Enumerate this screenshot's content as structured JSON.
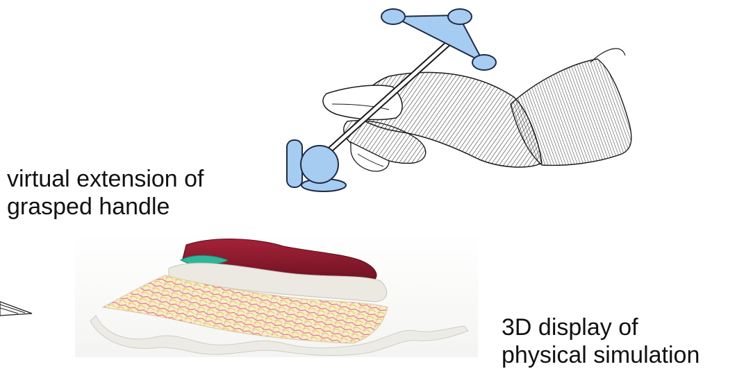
{
  "captions": {
    "handle_line1": "virtual extension of",
    "handle_line2": "grasped handle",
    "display_line1": "3D display of",
    "display_line2": "physical simulation"
  },
  "colors": {
    "marker_fill": "#a6ccf2",
    "marker_stroke": "#1f2a44",
    "ink": "#1a1a1a",
    "liver": "#8e1a2a",
    "omentum_base": "#f0ead8",
    "intestine": "#ecebe6",
    "green_vessel": "#2fb59a"
  },
  "icons": {
    "hand": "hand-holding-stylus",
    "tracker": "optical-tracking-marker",
    "organ": "simulated-abdominal-organs",
    "pointer": "partial-arrow-shape"
  }
}
